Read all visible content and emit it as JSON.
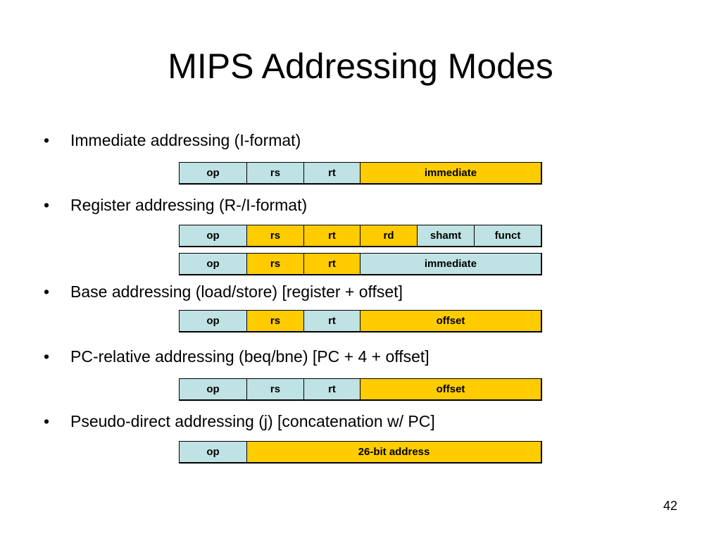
{
  "title": "MIPS Addressing Modes",
  "bullet_symbol": "•",
  "bullets": [
    "Immediate addressing (I-format)",
    "Register addressing (R-/I-format)",
    "Base addressing (load/store) [register + offset]",
    "PC-relative addressing (beq/bne) [PC + 4 + offset]",
    "Pseudo-direct addressing (j) [concatenation w/ PC]"
  ],
  "formats": {
    "immediate": [
      "op",
      "rs",
      "rt",
      "immediate"
    ],
    "register_r": [
      "op",
      "rs",
      "rt",
      "rd",
      "shamt",
      "funct"
    ],
    "register_i": [
      "op",
      "rs",
      "rt",
      "immediate"
    ],
    "base": [
      "op",
      "rs",
      "rt",
      "offset"
    ],
    "pc_relative": [
      "op",
      "rs",
      "rt",
      "offset"
    ],
    "pseudo_direct": [
      "op",
      "26-bit address"
    ]
  },
  "colors": {
    "field_blue": "#bfe2e4",
    "field_highlight": "#ffcc00",
    "border": "#000000"
  },
  "page_number": "42"
}
